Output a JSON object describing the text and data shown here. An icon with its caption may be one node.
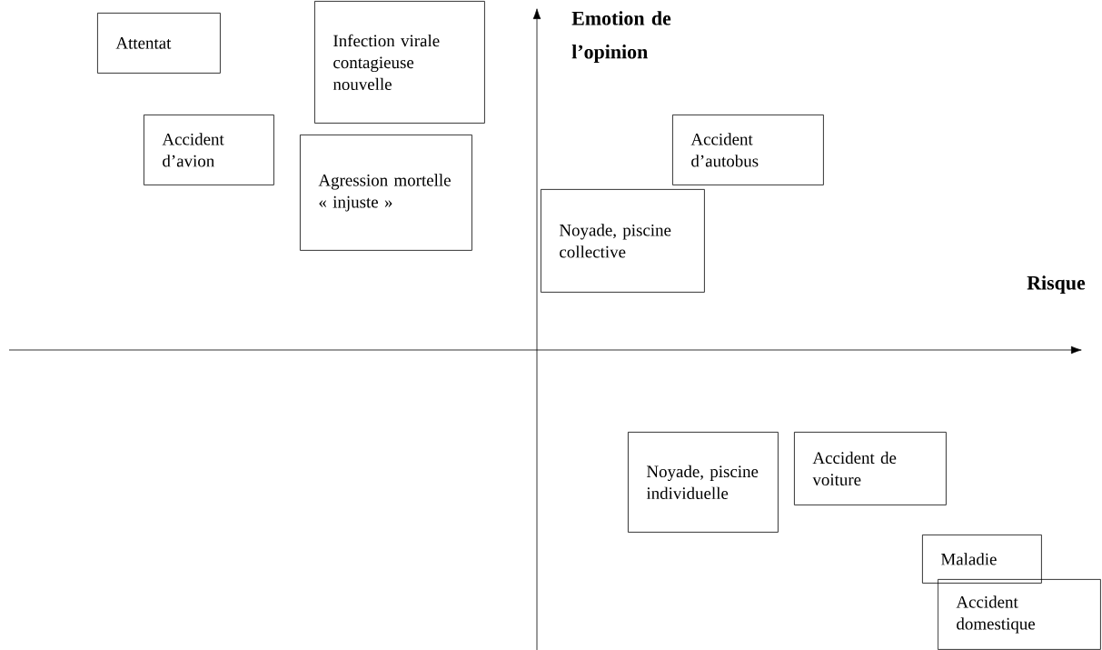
{
  "diagram": {
    "nodes": [
      {
        "text": [
          "Attentat"
        ]
      },
      {
        "text": [
          "Infection virale contagieuse nouvelle"
        ]
      },
      {
        "text": [
          "Accident d’avion"
        ]
      },
      {
        "text": [
          "Agression mortelle « injuste »"
        ]
      },
      {
        "text": [
          "Accident d’autobus"
        ]
      },
      {
        "text": [
          "Noyade, piscine collective"
        ]
      },
      {
        "text": [
          "Noyade, piscine individuelle"
        ]
      },
      {
        "text": [
          "Accident de voiture"
        ]
      },
      {
        "text": [
          "Maladie"
        ]
      },
      {
        "text": [
          "Accident domestique"
        ]
      }
    ],
    "labels": [
      "Emotion de l’opinion",
      "Risque"
    ]
  }
}
